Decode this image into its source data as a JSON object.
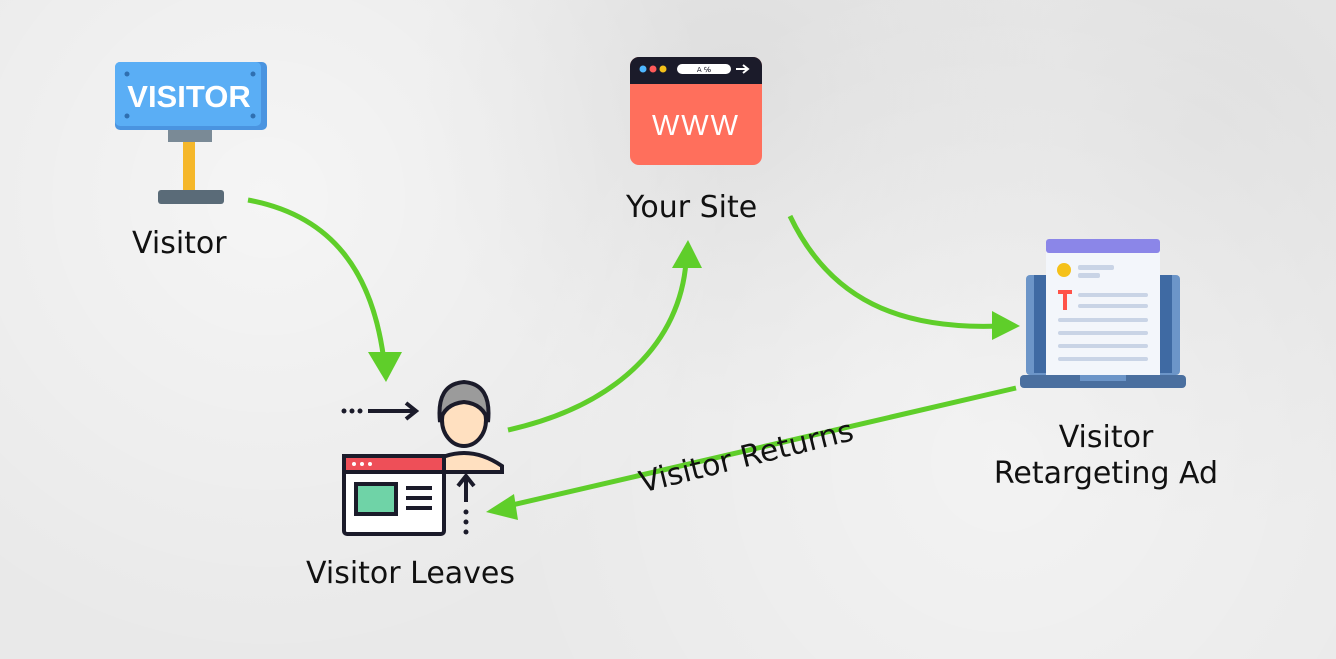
{
  "nodes": {
    "visitor": {
      "label": "Visitor",
      "sign_text": "VISITOR"
    },
    "your_site": {
      "label": "Your Site",
      "banner_text": "WWW",
      "address_text": "A ℅"
    },
    "retargeting_ad": {
      "label_line1": "Visitor",
      "label_line2": "Retargeting Ad"
    },
    "visitor_leaves": {
      "label": "Visitor Leaves"
    }
  },
  "edges": {
    "returns_label": "Visitor Returns"
  },
  "colors": {
    "arrow": "#5fce2a",
    "sign_blue": "#5aaef5",
    "site_red": "#ff6f5c",
    "laptop_blue": "#6c95c8",
    "card_purple": "#8b86e8",
    "accent_yellow": "#f5c11a",
    "accent_red": "#ff5349",
    "window_red": "#ee4f58",
    "screen_teal": "#6fd3a7"
  }
}
